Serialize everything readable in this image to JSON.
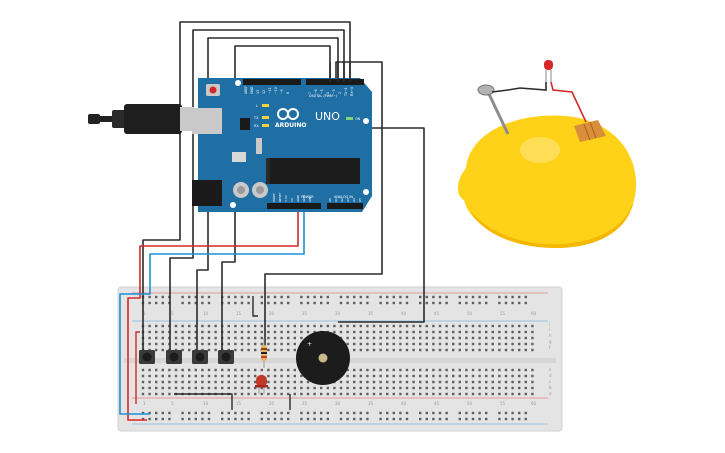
{
  "arduino": {
    "brand": "ARDUINO",
    "model": "UNO",
    "on_label": "ON",
    "digital_label": "DIGITAL (PWM~)",
    "power_label": "POWER",
    "analog_label": "ANALOG IN",
    "aref_label": "AREF",
    "gnd_label": "GND",
    "pin13_label": "13",
    "pin12_label": "12",
    "pin11_label": "~11",
    "pin10_label": "~10",
    "pin9_label": "~9",
    "pin8_label": "8",
    "pin7_label": "7",
    "pin6_label": "~6",
    "pin5_label": "~5",
    "pin4_label": "4",
    "pin3_label": "~3",
    "pin2_label": "2",
    "tx_pin_label": "TX→1",
    "rx_pin_label": "RX←0",
    "l_led_label": "L",
    "tx_led_label": "TX",
    "rx_led_label": "RX",
    "ioref_label": "IOREF",
    "reset_label": "RESET",
    "v33_label": "3.3V",
    "v5_label": "5V",
    "vin_label": "VIN",
    "a0_label": "A0",
    "a1_label": "A1",
    "a2_label": "A2",
    "a3_label": "A3",
    "a4_label": "A4",
    "a5_label": "A5"
  },
  "breadboard": {
    "col_label_1": "1",
    "col_label_5": "5",
    "col_label_10": "10",
    "col_label_15": "15",
    "col_label_20": "20",
    "col_label_25": "25",
    "col_label_30": "30",
    "col_label_35": "35",
    "col_label_40": "40",
    "col_label_45": "45",
    "col_label_50": "50",
    "col_label_55": "55",
    "col_label_60": "60",
    "row_label_a": "a",
    "row_label_b": "b",
    "row_label_c": "c",
    "row_label_d": "d",
    "row_label_e": "e",
    "row_label_f": "f",
    "row_label_g": "g",
    "row_label_h": "h",
    "row_label_i": "i",
    "row_label_j": "j"
  },
  "buzzer": {
    "plus_label": "+"
  },
  "colors": {
    "pcb": "#1f6fa5",
    "breadboard": "#e4e4e4",
    "wire_dark": "#2b2b2b",
    "wire_red": "#d62828",
    "wire_blue": "#1e90d6",
    "lemon": "#ffd21a",
    "led": "#c0392b"
  }
}
